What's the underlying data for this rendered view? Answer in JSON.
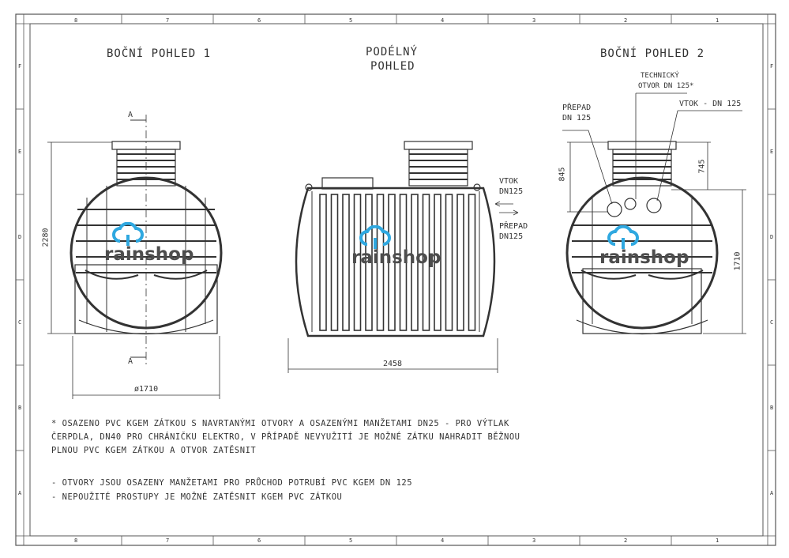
{
  "views": {
    "side1": {
      "title": "BOČNÍ POHLED 1",
      "dim_height": "2280",
      "dim_width": "ø1710",
      "section_mark": "A"
    },
    "longitudinal": {
      "title_line1": "PODÉLNÝ",
      "title_line2": "POHLED",
      "dim_length": "2458",
      "inlet_line1": "VTOK",
      "inlet_line2": "DN125",
      "overflow_line1": "PŘEPAD",
      "overflow_line2": "DN125"
    },
    "side2": {
      "title": "BOČNÍ POHLED 2",
      "tech_line1": "TECHNICKÝ",
      "tech_line2": "OTVOR DN 125*",
      "overflow_line1": "PŘEPAD",
      "overflow_line2": "DN 125",
      "inlet": "VTOK - DN 125",
      "dim_845": "845",
      "dim_745": "745",
      "dim_1710": "1710"
    }
  },
  "logo": {
    "text": "rainshop",
    "color": "#2fa8e0"
  },
  "notes": {
    "star_line1": "* OSAZENO PVC KGEM ZÁTKOU S NAVRTANÝMI OTVORY A OSAZENÝMI MANŽETAMI DN25 - PRO VÝTLAK",
    "star_line2": "ČERPDLA, DN40 PRO CHRÁNIČKU ELEKTRO, V PŘÍPADĚ NEVYUŽITÍ JE MOŽNÉ ZÁTKU NAHRADIT BĚŽNOU",
    "star_line3": "PLNOU PVC KGEM ZÁTKOU A OTVOR ZATĚSNIT",
    "bullet1": "- OTVORY JSOU OSAZENY MANŽETAMI PRO PRŮCHOD POTRUBÍ PVC KGEM DN 125",
    "bullet2": "- NEPOUŽITÉ PROSTUPY JE MOŽNÉ ZATĚSNIT KGEM PVC ZÁTKOU"
  },
  "frame": {
    "columns": [
      "8",
      "7",
      "6",
      "5",
      "4",
      "3",
      "2",
      "1"
    ],
    "rows": [
      "F",
      "E",
      "D",
      "C",
      "B",
      "A"
    ]
  }
}
